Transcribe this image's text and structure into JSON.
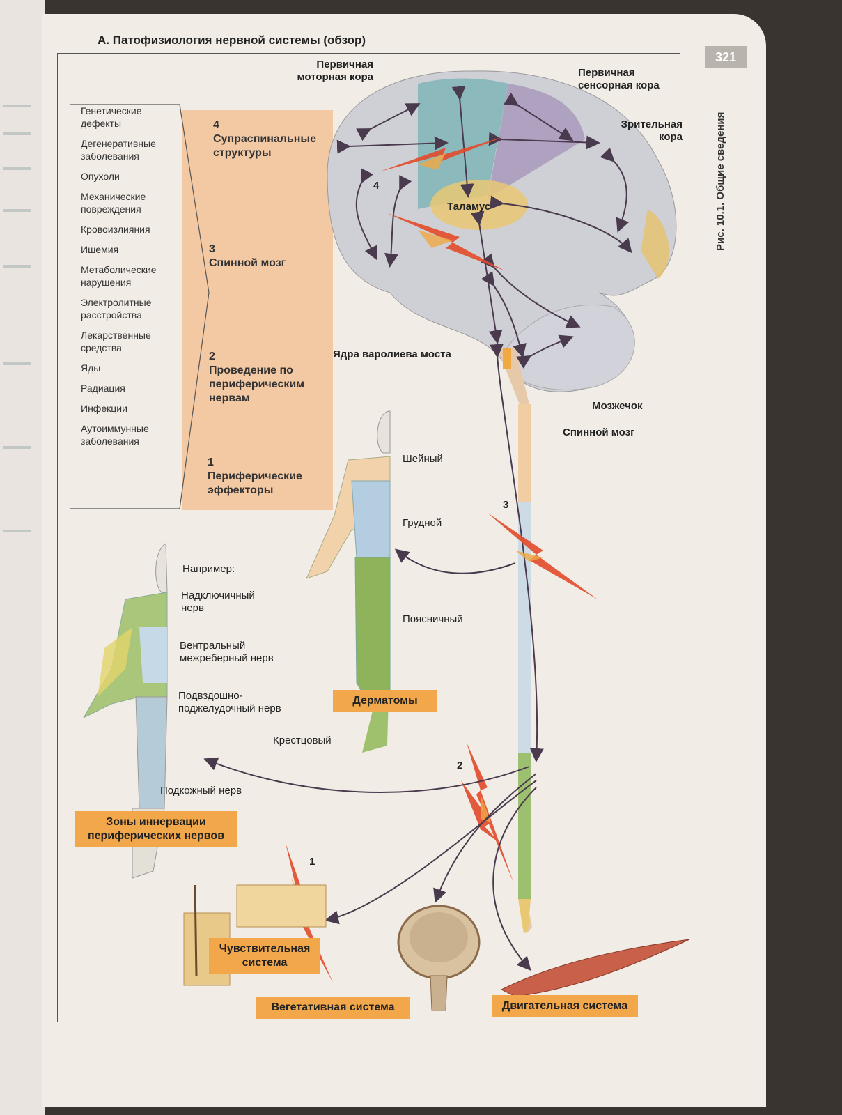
{
  "header": {
    "title": "А. Патофизиология нервной системы (обзор)",
    "page_number": "321",
    "figure_caption": "Рис. 10.1. Общие сведения"
  },
  "causes": [
    "Генетические дефекты",
    "Дегенеративные заболевания",
    "Опухоли",
    "Механические повреждения",
    "Кровоизлияния",
    "Ишемия",
    "Метаболические нарушения",
    "Электролитные расстройства",
    "Лекарственные средства",
    "Яды",
    "Радиация",
    "Инфекции",
    "Аутоиммунные заболевания"
  ],
  "levels": [
    {
      "num": "4",
      "text": "Супраспинальные структуры"
    },
    {
      "num": "3",
      "text": "Спинной мозг"
    },
    {
      "num": "2",
      "text": "Проведение по периферическим нервам"
    },
    {
      "num": "1",
      "text": "Периферические эффекторы"
    }
  ],
  "brain_labels": {
    "motor_cortex": "Первичная моторная кора",
    "sensory_cortex": "Первичная сенсорная кора",
    "visual_cortex": "Зрительная кора",
    "thalamus": "Таламус",
    "pons_nuclei": "Ядра варолиева моста",
    "cerebellum": "Мозжечок",
    "spinal_cord": "Спинной мозг"
  },
  "dermatome_labels": {
    "cervical": "Шейный",
    "thoracic": "Грудной",
    "lumbar": "Поясничный",
    "sacral": "Крестцовый",
    "title": "Дерматомы"
  },
  "nerve_labels": {
    "example": "Например:",
    "supraclavicular": "Надключичный нерв",
    "intercostal": "Вентральный межреберный нерв",
    "iliohypogastric": "Подвздошно-поджелудочный нерв",
    "saphenous": "Подкожный нерв",
    "title": "Зоны иннервации периферических нервов"
  },
  "systems": {
    "sensory": "Чувствительная система",
    "vegetative": "Вегетативная система",
    "motor": "Двигательная система"
  },
  "markers": {
    "m4": "4",
    "m3": "3",
    "m2": "2",
    "m1": "1"
  }
}
